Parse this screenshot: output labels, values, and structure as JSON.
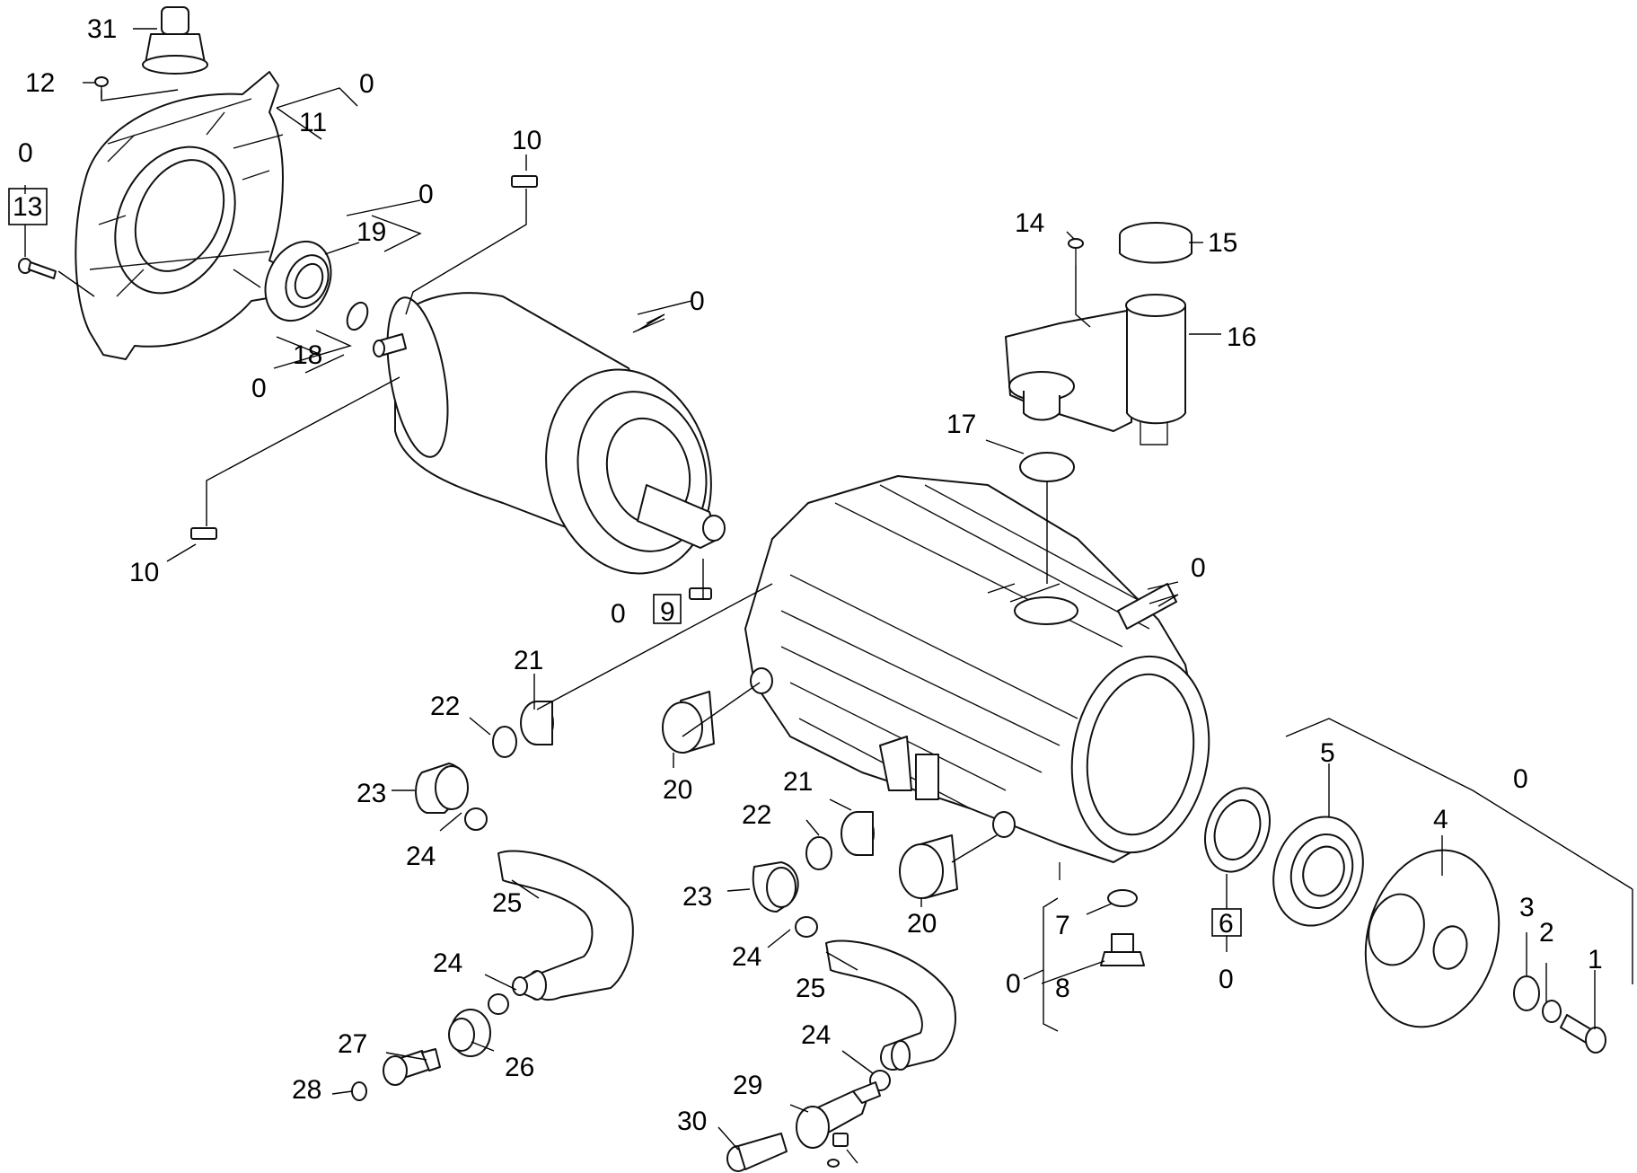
{
  "diagram": {
    "colors": {
      "line": "#111111",
      "background": "#ffffff",
      "text": "#000000"
    },
    "callouts": {
      "c31": "31",
      "c12": "12",
      "c0_11": "0",
      "c11": "11",
      "c0_13": "0",
      "c13": "13",
      "c10_top": "10",
      "c0_19": "0",
      "c19": "19",
      "c18": "18",
      "c0_18": "0",
      "c0_motor": "0",
      "c10_bottom": "10",
      "c0_9": "0",
      "c9": "9",
      "c14": "14",
      "c15": "15",
      "c16": "16",
      "c17": "17",
      "c0_housing": "0",
      "c21a": "21",
      "c22a": "22",
      "c23a": "23",
      "c24a": "24",
      "c25a": "25",
      "c20a": "20",
      "c24b": "24",
      "c27": "27",
      "c26": "26",
      "c28": "28",
      "c21b": "21",
      "c22b": "22",
      "c23b": "23",
      "c24c": "24",
      "c25b": "25",
      "c20b": "20",
      "c24d": "24",
      "c29": "29",
      "c30": "30",
      "c7": "7",
      "c0_78": "0",
      "c8": "8",
      "c6": "6",
      "c0_6": "0",
      "c5": "5",
      "c0_group": "0",
      "c4": "4",
      "c3": "3",
      "c2": "2",
      "c1": "1"
    }
  }
}
